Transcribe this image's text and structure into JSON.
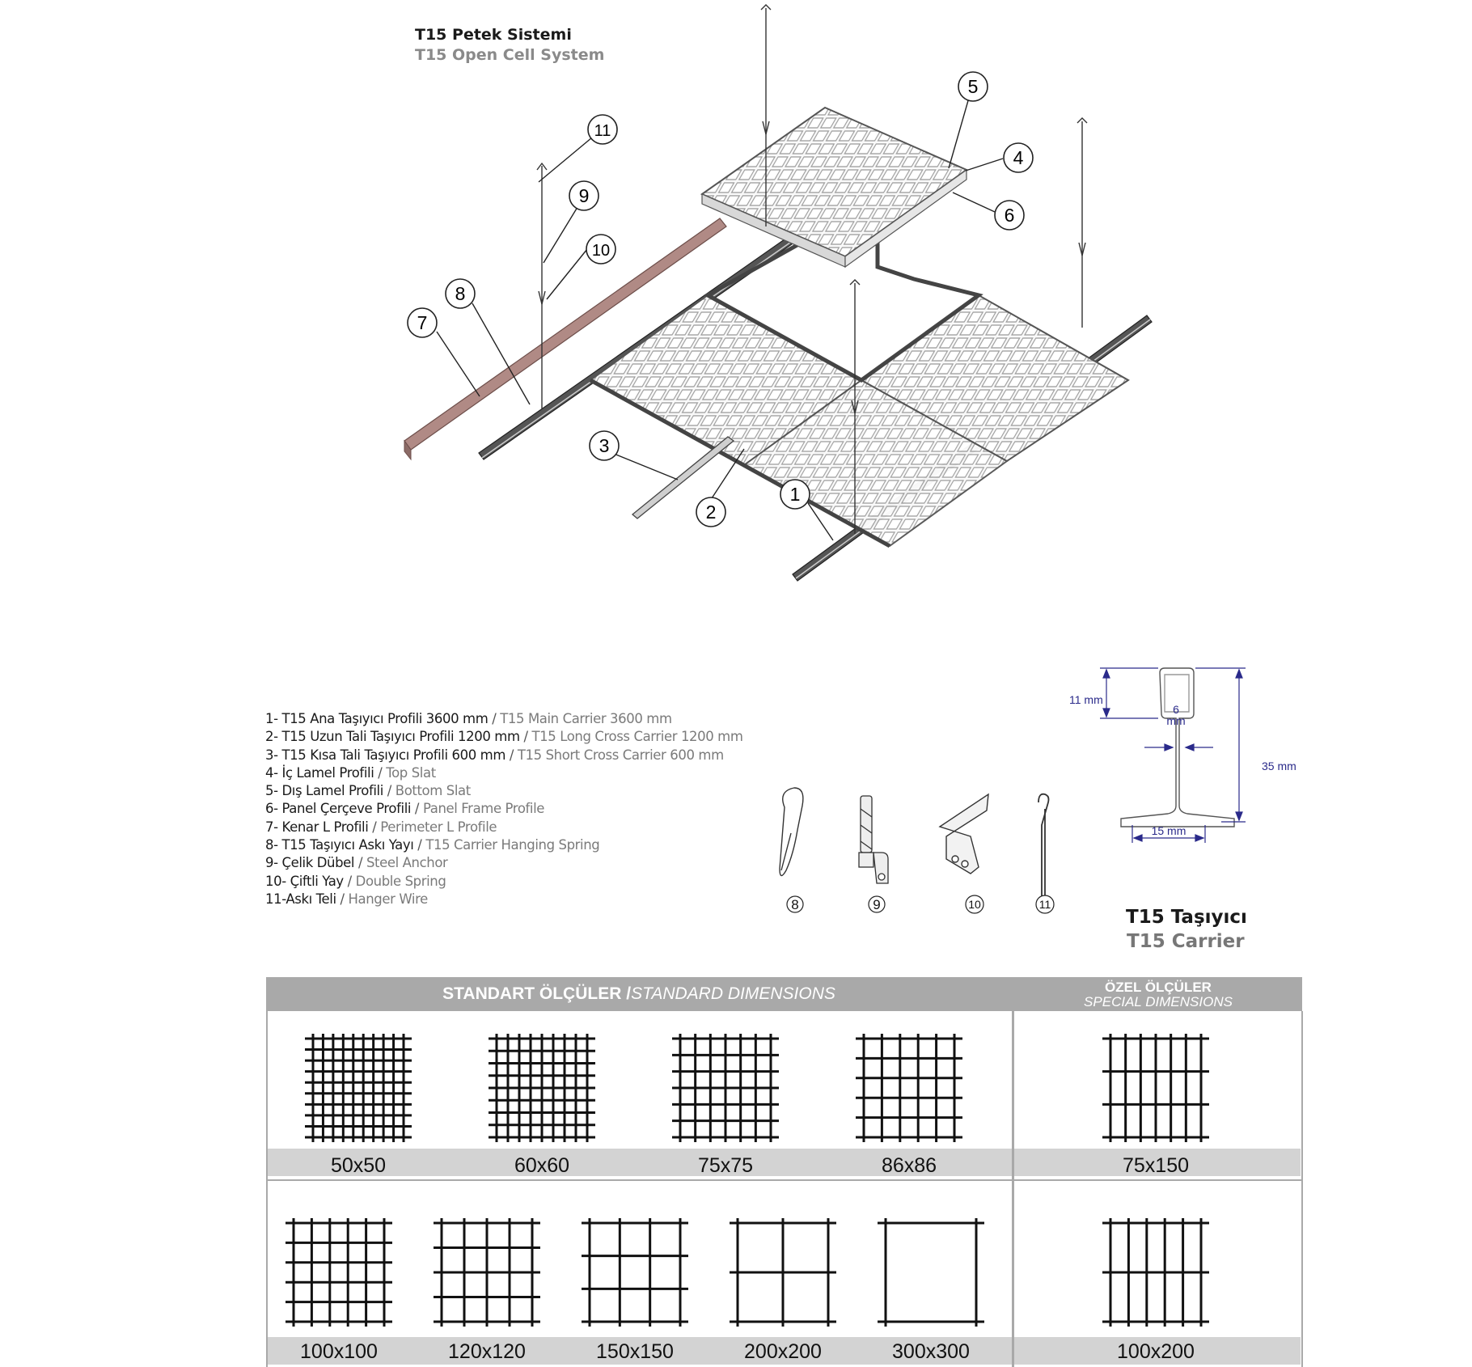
{
  "title": {
    "tr": "T15 Petek Sistemi",
    "en": "T15 Open Cell System"
  },
  "callouts": [
    "1",
    "2",
    "3",
    "4",
    "5",
    "6",
    "7",
    "8",
    "9",
    "10",
    "11"
  ],
  "legend": [
    {
      "tr": "1- T15 Ana Taşıyıcı Profili 3600 mm",
      "en": "T15 Main Carrier 3600 mm"
    },
    {
      "tr": "2- T15 Uzun Tali Taşıyıcı Profili 1200 mm",
      "en": "T15 Long Cross Carrier 1200 mm"
    },
    {
      "tr": "3- T15 Kısa Tali Taşıyıcı Profili 600 mm",
      "en": "T15 Short Cross Carrier 600 mm"
    },
    {
      "tr": "4- İç Lamel Profili",
      "en": "Top Slat"
    },
    {
      "tr": "5- Dış Lamel Profili",
      "en": "Bottom Slat"
    },
    {
      "tr": "6- Panel Çerçeve Profili",
      "en": "Panel Frame Profile"
    },
    {
      "tr": "7- Kenar L Profili",
      "en": "Perimeter L Profile"
    },
    {
      "tr": "8- T15 Taşıyıcı Askı Yayı",
      "en": "T15 Carrier Hanging Spring"
    },
    {
      "tr": "9- Çelik Dübel",
      "en": "Steel Anchor"
    },
    {
      "tr": "10- Çiftli Yay",
      "en": "Double Spring"
    },
    {
      "tr": "11-Askı Teli",
      "en": "Hanger Wire"
    }
  ],
  "parts_numbers": [
    "8",
    "9",
    "10",
    "11"
  ],
  "carrier": {
    "title_tr": "T15 Taşıyıcı",
    "title_en": "T15 Carrier",
    "dim_top": "11 mm",
    "dim_web_value": "6",
    "dim_web_unit": "mm",
    "dim_height": "35 mm",
    "dim_base": "15 mm"
  },
  "table": {
    "standard_header_tr": "STANDART ÖLÇÜLER / ",
    "standard_header_en": "STANDARD DIMENSIONS",
    "special_header_tr": "ÖZEL ÖLÇÜLER",
    "special_header_en": "SPECIAL DIMENSIONS",
    "row1_standard": [
      "50x50",
      "60x60",
      "75x75",
      "86x86"
    ],
    "row1_special": "75x150",
    "row2_standard": [
      "100x100",
      "120x120",
      "150x150",
      "200x200",
      "300x300"
    ],
    "row2_special": "100x200"
  },
  "colors": {
    "header_bg": "#a9a9a9",
    "label_band": "#d3d3d3",
    "perimeter_profile": "#a67f7a",
    "dimension_blue": "#2a2a8a"
  }
}
